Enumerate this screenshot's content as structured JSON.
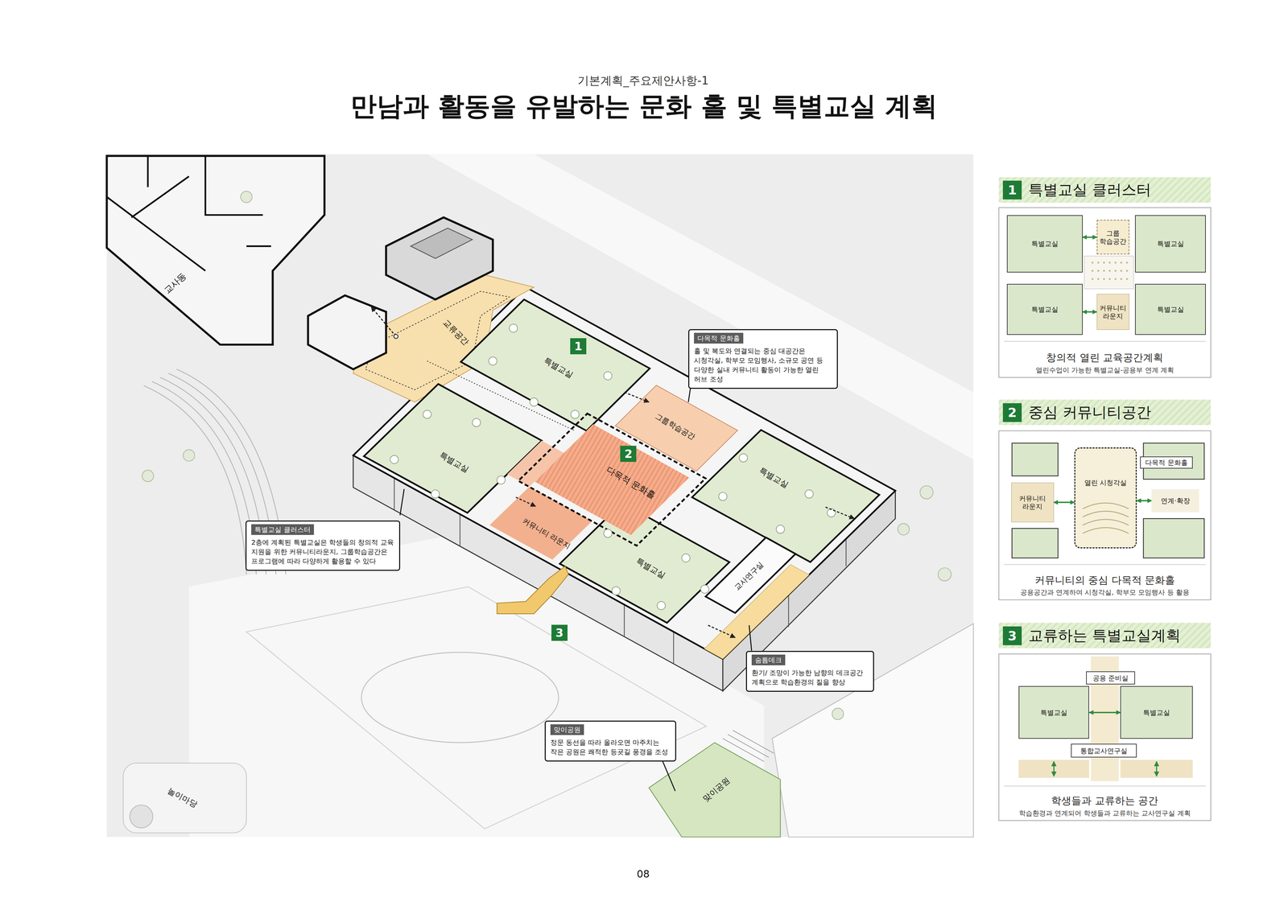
{
  "diagram": {
    "title": "만남과 활동을 유발하는 문화 홀 및 특별교실 계획",
    "nodes": [
      {
        "text": [
          "다목적 문화홀",
          "홀 및 복도와 연결되는 중심 대공간은 시청각실, 학부모 모임행사, 소규모 공연 등 다양한 실내 커뮤니티 활동이 가능한 열린 허브 조성"
        ]
      },
      {
        "text": [
          "특별교실 클러스터",
          "2층에 계획된 특별교실은 학생들의 창의적 교육 지원을 위한 커뮤니티라운지, 그룹학습공간은 프로그램에 따라 다양하게 활용할 수 있다"
        ]
      },
      {
        "text": [
          "숨틈데크",
          "환기/ 조망이 가능한 남향의 데크공간 계획으로 학습환경의 질을 향상"
        ]
      },
      {
        "text": [
          "맞이공원",
          "정문 동선을 따라 올라오면 마주치는 작은 공원은 쾌적한 등굣길 풍경을 조성"
        ]
      },
      {
        "text": [
          "1",
          "특별교실 클러스터"
        ]
      },
      {
        "text": [
          "창의적 열린 교육공간계획",
          "열린수업이 가능한 특별교실-공용부 연계 계획"
        ]
      },
      {
        "text": [
          "특별교실"
        ],
        "in": 5
      },
      {
        "text": [
          "그룹 학습공간"
        ],
        "in": 5
      },
      {
        "text": [
          "특별교실"
        ],
        "in": 5
      },
      {
        "text": [
          "특별교실"
        ],
        "in": 5
      },
      {
        "text": [
          "커뮤니티 라운지"
        ],
        "in": 5
      },
      {
        "text": [
          "특별교실"
        ],
        "in": 5
      },
      {
        "text": [
          "2",
          "중심 커뮤니티공간"
        ]
      },
      {
        "text": [
          "커뮤니티의 중심 다목적 문화홀",
          "공용공간과 연계하여 시청각실, 학부모 모임행사 등 활용"
        ]
      },
      {
        "text": [
          "다목적 문화홀"
        ],
        "in": 13
      },
      {
        "text": [
          "커뮤니티 라운지"
        ],
        "in": 13
      },
      {
        "text": [
          "열린 시청각실"
        ],
        "in": 13
      },
      {
        "text": [
          "연계·확장"
        ],
        "in": 13
      },
      {
        "text": [
          "3",
          "교류하는 특별교실계획"
        ]
      },
      {
        "text": [
          "학생들과 교류하는 공간",
          "학습환경과 연계되어 학생들과 교류하는 교사연구실 계획"
        ]
      },
      {
        "text": [
          "공용 준비실"
        ],
        "in": 19
      },
      {
        "text": [
          "특별교실"
        ],
        "in": 19
      },
      {
        "text": [
          "특별교실"
        ],
        "in": 19
      },
      {
        "text": [
          "통합교사연구실"
        ],
        "in": 19
      }
    ],
    "edges": [
      {
        "from": 6,
        "to": 7,
        "arrow": "both"
      },
      {
        "from": 9,
        "to": 10,
        "arrow": "both"
      },
      {
        "from": 15,
        "to": 16,
        "arrow": "both"
      },
      {
        "from": 16,
        "to": 17,
        "arrow": "both"
      },
      {
        "from": 21,
        "to": 22,
        "arrow": "both"
      }
    ],
    "labels": [
      "기본계획_주요제안사항-1",
      "교사동",
      "교류공간",
      "1",
      "특별교실",
      "그룹학습공간",
      "특별교실",
      "2",
      "다목적 문화홀",
      "특별교실",
      "커뮤니티 라운지",
      "교사연구실",
      "특별교실",
      "3",
      "놀이마당",
      "맞이공원",
      "08"
    ]
  }
}
